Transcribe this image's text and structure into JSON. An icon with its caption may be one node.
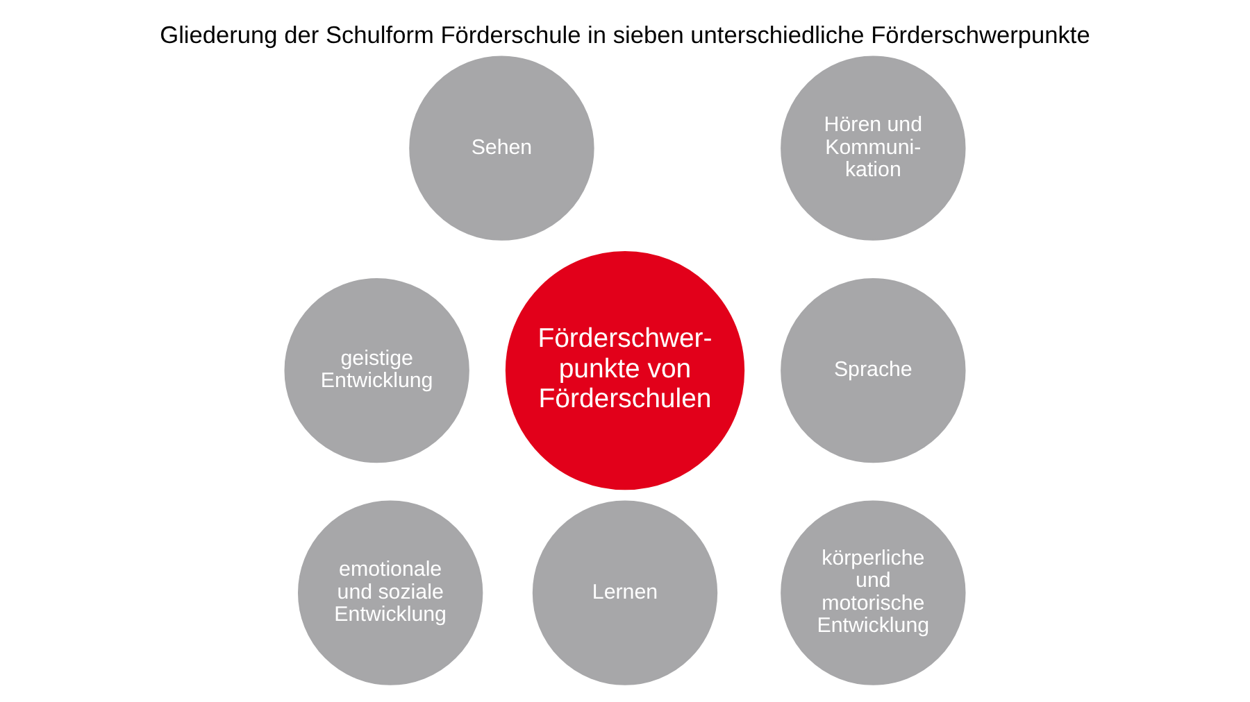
{
  "diagram": {
    "title": "Gliederung der Schulform Förderschule in sieben unterschiedliche Förderschwerpunkte",
    "nodes": [
      {
        "text": [
          "Sehen"
        ]
      },
      {
        "text": [
          "Hören und Kommuni- kation"
        ]
      },
      {
        "text": [
          "geistige Entwicklung"
        ]
      },
      {
        "text": [
          "Förderschwer- punkte von Förderschulen"
        ]
      },
      {
        "text": [
          "Sprache"
        ]
      },
      {
        "text": [
          "emotionale und soziale Entwicklung"
        ]
      },
      {
        "text": [
          "körperliche und motorische Entwicklung"
        ]
      },
      {
        "text": [
          "Lernen"
        ]
      }
    ],
    "edges": []
  }
}
